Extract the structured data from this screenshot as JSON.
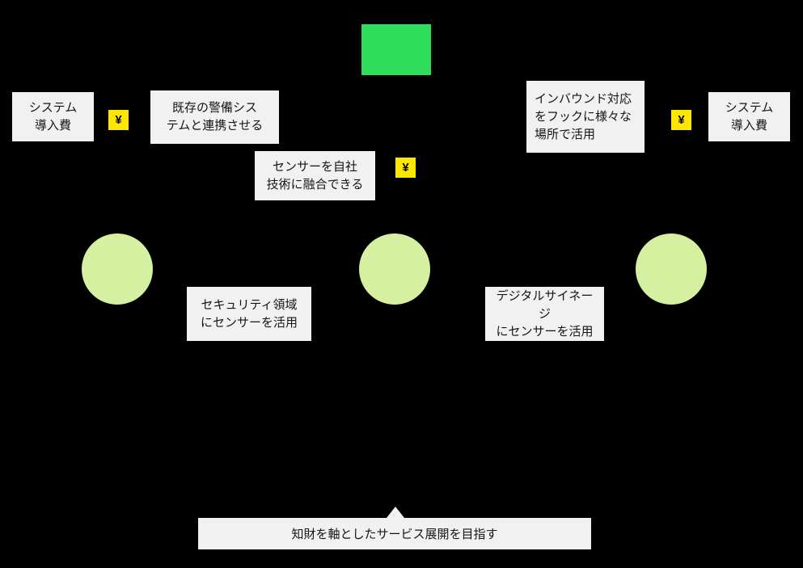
{
  "colors": {
    "background": "#000000",
    "box_bg": "#f1f1f1",
    "text": "#151515",
    "yen_badge_bg": "#ffe600",
    "green_rect": "#2edd5c",
    "circle_fill": "#d4f0a0"
  },
  "yen_symbol": "¥",
  "labels": {
    "cost_left": {
      "line1": "システム",
      "line2": "導入費"
    },
    "cost_right": {
      "line1": "システム",
      "line2": "導入費"
    },
    "legacy_security": {
      "line1": "既存の警備シス",
      "line2": "テムと連携させる"
    },
    "sensor_fusion": {
      "line1": "センサーを自社",
      "line2": "技術に融合できる"
    },
    "inbound": {
      "line1": "インバウンド対応",
      "line2": "をフックに様々な",
      "line3": "場所で活用"
    },
    "security_area": {
      "line1": "セキュリティ領域",
      "line2": "にセンサーを活用"
    },
    "digital_signage": {
      "line1": "デジタルサイネージ",
      "line2": "にセンサーを活用"
    },
    "bottom_goal": "知財を軸としたサービス展開を目指す"
  }
}
